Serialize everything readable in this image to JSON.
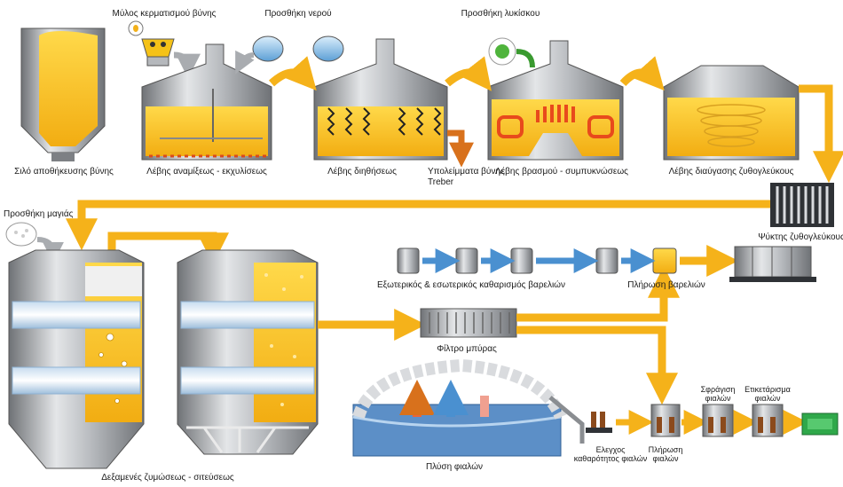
{
  "labels": {
    "silo": "Σιλό αποθήκευσης βύνης",
    "mill": "Μύλος κερματισμού βύνης",
    "water1": "Προσθήκη νερού",
    "hops": "Προσθήκη λυκίσκου",
    "mash_tun": "Λέβης αναμίξεως - εκχυλίσεως",
    "lauter_tun": "Λέβης διηθήσεως",
    "spent_grain": "Υπολείμματα βύνης",
    "treber": "Treber",
    "boil_kettle": "Λέβης βρασμού - συμπυκνώσεως",
    "whirlpool": "Λέβης διαύγασης ζυθογλεύκους",
    "wort_cooler": "Ψύκτης ζυθογλεύκους",
    "yeast": "Προσθήκη μαγιάς",
    "keg_cleaning": "Εξωτερικός & εσωτερικός καθαρισμός βαρελιών",
    "keg_filling": "Πλήρωση βαρελιών",
    "beer_filter": "Φίλτρο μπύρας",
    "crowning_1": "Σφράγιση",
    "crowning_2": "φιαλών",
    "labeling_1": "Ετικετάρισμα",
    "labeling_2": "φιαλών",
    "fermentation": "Δεξαμενές ζυμώσεως - σιτεύσεως",
    "bottle_washing": "Πλύση φιαλών",
    "bottle_check_1": "Ελεγχος",
    "bottle_check_2": "καθαρότητος φιαλών",
    "bottle_filling_1": "Πλήρωση",
    "bottle_filling_2": "φιαλών"
  },
  "colors": {
    "flow_arrow": "#f5b21a",
    "keg_arrow": "#4a90d0",
    "malt": "#f5c218",
    "steel_dark": "#8a8d91",
    "steel_light": "#d9dbde",
    "heating": "#e84a1c",
    "crate": "#2fa84a"
  }
}
